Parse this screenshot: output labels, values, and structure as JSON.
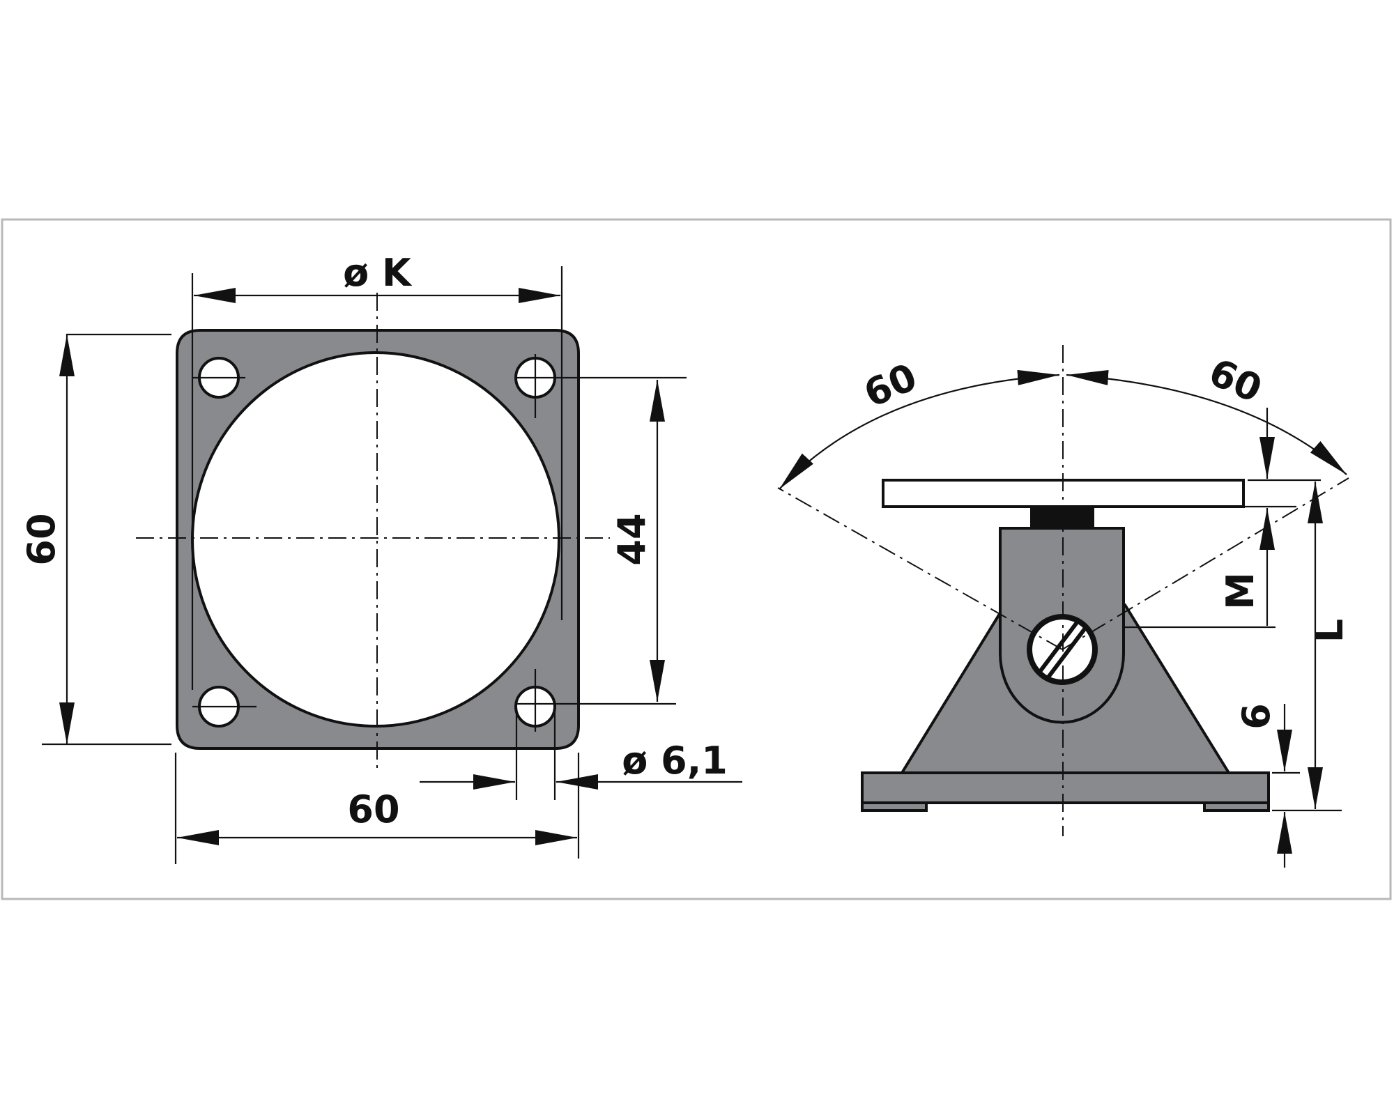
{
  "colors": {
    "part_fill": "#888a8e",
    "line": "#111111",
    "frame": "#b8b8b8",
    "background": "#ffffff"
  },
  "front_view": {
    "width_label": "60",
    "height_label": "60",
    "diameter_label": "ø K",
    "hole_spacing_label": "44",
    "hole_diameter_label": "ø 6,1"
  },
  "side_view": {
    "tilt_left_label": "60",
    "tilt_right_label": "60",
    "m_label": "M",
    "l_label": "L",
    "base_label": "6"
  }
}
